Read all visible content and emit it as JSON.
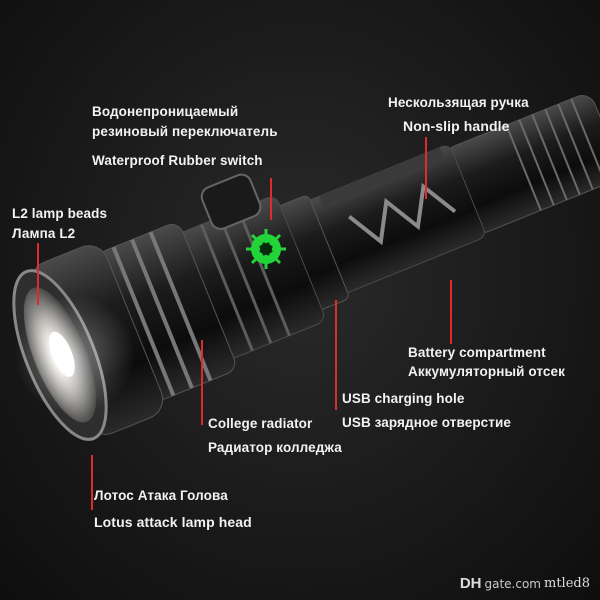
{
  "labels": {
    "switch_ru_1": "Водонепроницаемый",
    "switch_ru_2": "резиновый переключатель",
    "switch_en": "Waterproof Rubber switch",
    "handle_ru": "Нескользящая ручка",
    "handle_en": "Non-slip handle",
    "lamp_en": "L2 lamp beads",
    "lamp_ru": "Лампа L2",
    "battery_en": "Battery compartment",
    "battery_ru": "Аккумуляторный отсек",
    "usb_en": "USB charging hole",
    "usb_ru": "USB зарядное отверстие",
    "radiator_en": "College radiator",
    "radiator_ru": "Радиатор колледжа",
    "head_ru": "Лотос Атака Голова",
    "head_en": "Lotus attack lamp head"
  },
  "watermark": {
    "brand_dh": "DH",
    "brand_gate": "gate.com",
    "store": "mtled8"
  },
  "colors": {
    "leader_line": "#e02b2b",
    "switch_green": "#22d43a",
    "background": "#1a1a1a"
  }
}
